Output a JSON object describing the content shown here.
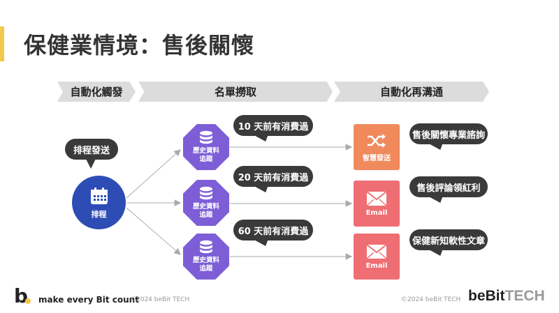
{
  "title": "保健業情境：售後關懷",
  "stages": [
    "自動化觸發",
    "名單撈取",
    "自動化再溝通"
  ],
  "trigger": {
    "bubble": "排程發送",
    "node_label": "排程",
    "icon": "calendar-icon"
  },
  "segments": [
    {
      "bubble": "10 天前有消費過",
      "node_label_1": "歷史資料",
      "node_label_2": "追蹤",
      "icon": "database-icon"
    },
    {
      "bubble": "20 天前有消費過",
      "node_label_1": "歷史資料",
      "node_label_2": "追蹤",
      "icon": "database-icon"
    },
    {
      "bubble": "60 天前有消費過",
      "node_label_1": "歷史資料",
      "node_label_2": "追蹤",
      "icon": "database-icon"
    }
  ],
  "actions": [
    {
      "label": "智慧發送",
      "bubble": "售後關懷專業諮詢",
      "icon": "shuffle-icon",
      "color": "#f08a5d"
    },
    {
      "label": "Email",
      "bubble": "售後評論領紅利",
      "icon": "email-icon",
      "color": "#ee6e73"
    },
    {
      "label": "Email",
      "bubble": "保健新知軟性文章",
      "icon": "email-icon",
      "color": "#ee6e73"
    }
  ],
  "footer": {
    "logo_letter": "b",
    "tagline": "make every Bit count",
    "copyright_left": "©2024 beBit TECH",
    "copyright_right": "©2024 beBit TECH",
    "brand_part1": "beBit",
    "brand_part2": "TECH"
  },
  "colors": {
    "accent": "#f2c94c",
    "trigger": "#2d4db5",
    "segment": "#7d5ed6",
    "smart_send": "#f08a5d",
    "email": "#ee6e73",
    "bubble": "#3a3a3a"
  }
}
